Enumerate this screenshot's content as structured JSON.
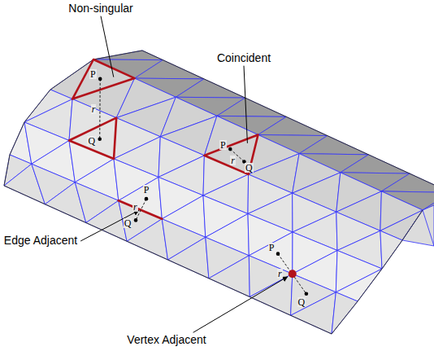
{
  "diagram": {
    "labels": [
      "Non-singular",
      "P",
      "r",
      "Q",
      "Coincident",
      "P",
      "r",
      "Q",
      "P",
      "r",
      "Q",
      "Edge Adjacent",
      "P",
      "r",
      "Q",
      "Vertex Adjacent"
    ]
  }
}
